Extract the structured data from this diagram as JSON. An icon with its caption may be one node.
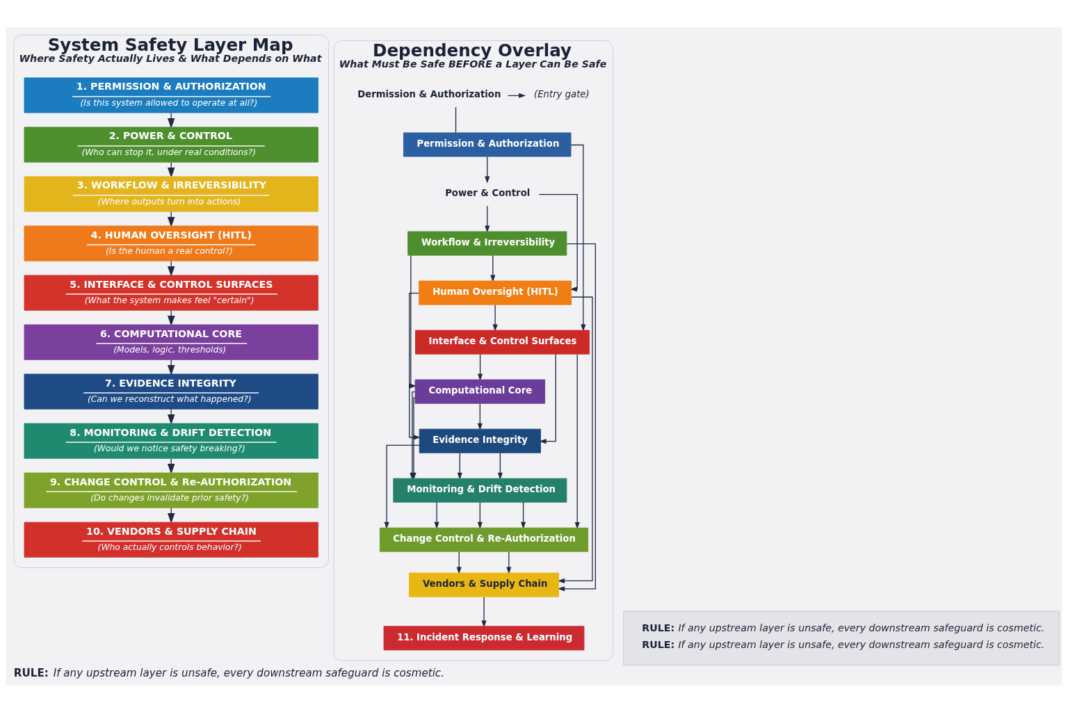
{
  "diagram": {
    "caption": "**RULE:** *If any upstream layer is unsafe, every downstream safeguard is cosmetic.*",
    "nodes": [
      {
        "text": [
          "System Safety Layer Map",
          "Where Safety Actually Lives & What Depends on What"
        ]
      },
      {
        "text": [
          "1. PERMISSION & AUTHORIZATION",
          "(Is this system allowed to operate at all?)"
        ],
        "in": 0
      },
      {
        "text": [
          "2. POWER & CONTROL",
          "(Who can stop it, under real conditions?)"
        ],
        "in": 0
      },
      {
        "text": [
          "3. WORKFLOW & IRREVERSIBILITY",
          "(Where outputs turn into actions)"
        ],
        "in": 0
      },
      {
        "text": [
          "4. HUMAN OVERSIGHT (HITL)",
          "(Is the human a real control?)"
        ],
        "in": 0
      },
      {
        "text": [
          "5. INTERFACE & CONTROL SURFACES",
          "(What the system makes feel \"certain\")"
        ],
        "in": 0
      },
      {
        "text": [
          "6. COMPUTATIONAL CORE",
          "(Models, logic, thresholds)"
        ],
        "in": 0
      },
      {
        "text": [
          "7. EVIDENCE INTEGRITY",
          "(Can we reconstruct what happened?)"
        ],
        "in": 0
      },
      {
        "text": [
          "8. MONITORING & DRIFT DETECTION",
          "(Would we notice safety breaking?)"
        ],
        "in": 0
      },
      {
        "text": [
          "9. CHANGE CONTROL & Re-AUTHORIZATION",
          "(Do changes invalidate prior safety?)"
        ],
        "in": 0
      },
      {
        "text": [
          "10. VENDORS & SUPPLY CHAIN",
          "(Who actually controls behavior?)"
        ],
        "in": 0
      },
      {
        "text": [
          "Dependency Overlay",
          "What Must Be Safe BEFORE a Layer Can Be Safe"
        ]
      },
      {
        "text": [
          "Dermission & Authorization"
        ],
        "in": 11
      },
      {
        "text": [
          "(Entry gate)"
        ],
        "in": 11
      },
      {
        "text": [
          "Permission & Authorization"
        ],
        "in": 11
      },
      {
        "text": [
          "Power & Control"
        ],
        "in": 11
      },
      {
        "text": [
          "Workflow & Irreversibility"
        ],
        "in": 11
      },
      {
        "text": [
          "Human Oversight (HITL)"
        ],
        "in": 11
      },
      {
        "text": [
          "Interface & Control Surfaces"
        ],
        "in": 11
      },
      {
        "text": [
          "Computational Core"
        ],
        "in": 11
      },
      {
        "text": [
          "Evidence Integrity"
        ],
        "in": 11
      },
      {
        "text": [
          "Monitoring & Drift Detection"
        ],
        "in": 11
      },
      {
        "text": [
          "Change Control & Re-Authorization"
        ],
        "in": 11
      },
      {
        "text": [
          "Vendors & Supply Chain"
        ],
        "in": 11
      },
      {
        "text": [
          "11. Incident Response & Learning"
        ],
        "in": 11
      },
      {
        "text": [
          "**RULE:** *If any upstream layer is unsafe, every downstream safeguard is cosmetic.*",
          "**RULE:** *If any upstream layer is unsafe, every downstream safeguard is cosmetic.*"
        ]
      }
    ],
    "edges": [
      {
        "from": 1,
        "to": 2,
        "arrow": "to"
      },
      {
        "from": 2,
        "to": 3,
        "arrow": "to"
      },
      {
        "from": 3,
        "to": 4,
        "arrow": "to"
      },
      {
        "from": 4,
        "to": 5,
        "arrow": "to"
      },
      {
        "from": 5,
        "to": 6,
        "arrow": "to"
      },
      {
        "from": 6,
        "to": 7,
        "arrow": "to"
      },
      {
        "from": 7,
        "to": 8,
        "arrow": "to"
      },
      {
        "from": 8,
        "to": 9,
        "arrow": "to"
      },
      {
        "from": 9,
        "to": 10,
        "arrow": "to"
      },
      {
        "from": 12,
        "to": 13,
        "arrow": "to"
      },
      {
        "from": 12,
        "to": 14,
        "arrow": "none"
      },
      {
        "from": 14,
        "to": 15,
        "arrow": "to"
      },
      {
        "from": 15,
        "to": 16,
        "arrow": "to"
      },
      {
        "from": 16,
        "to": 17,
        "arrow": "to"
      },
      {
        "from": 17,
        "to": 18,
        "arrow": "to"
      },
      {
        "from": 18,
        "to": 19,
        "arrow": "to"
      },
      {
        "from": 19,
        "to": 20,
        "arrow": "to"
      },
      {
        "from": 20,
        "to": 21,
        "arrow": "to"
      },
      {
        "from": 19,
        "to": 21,
        "arrow": "to"
      },
      {
        "from": 21,
        "to": 22,
        "arrow": "to"
      },
      {
        "from": 22,
        "to": 23,
        "arrow": "to"
      },
      {
        "from": 23,
        "to": 24,
        "arrow": "to"
      },
      {
        "from": 14,
        "to": 18,
        "arrow": "to"
      },
      {
        "from": 15,
        "to": 17,
        "arrow": "to"
      },
      {
        "from": 16,
        "to": 19,
        "arrow": "to"
      },
      {
        "from": 16,
        "to": 23,
        "arrow": "to"
      },
      {
        "from": 17,
        "to": 20,
        "arrow": "to"
      },
      {
        "from": 17,
        "to": 23,
        "arrow": "to"
      },
      {
        "from": 18,
        "to": 20,
        "arrow": "to"
      },
      {
        "from": 18,
        "to": 22,
        "arrow": "to"
      },
      {
        "from": 19,
        "to": 21,
        "arrow": "to"
      },
      {
        "from": 20,
        "to": 21,
        "arrow": "to"
      },
      {
        "from": 20,
        "to": 22,
        "arrow": "to"
      },
      {
        "from": 21,
        "to": 22,
        "arrow": "to"
      },
      {
        "from": 21,
        "to": 22,
        "arrow": "to"
      },
      {
        "from": 22,
        "to": 23,
        "arrow": "to"
      }
    ]
  }
}
